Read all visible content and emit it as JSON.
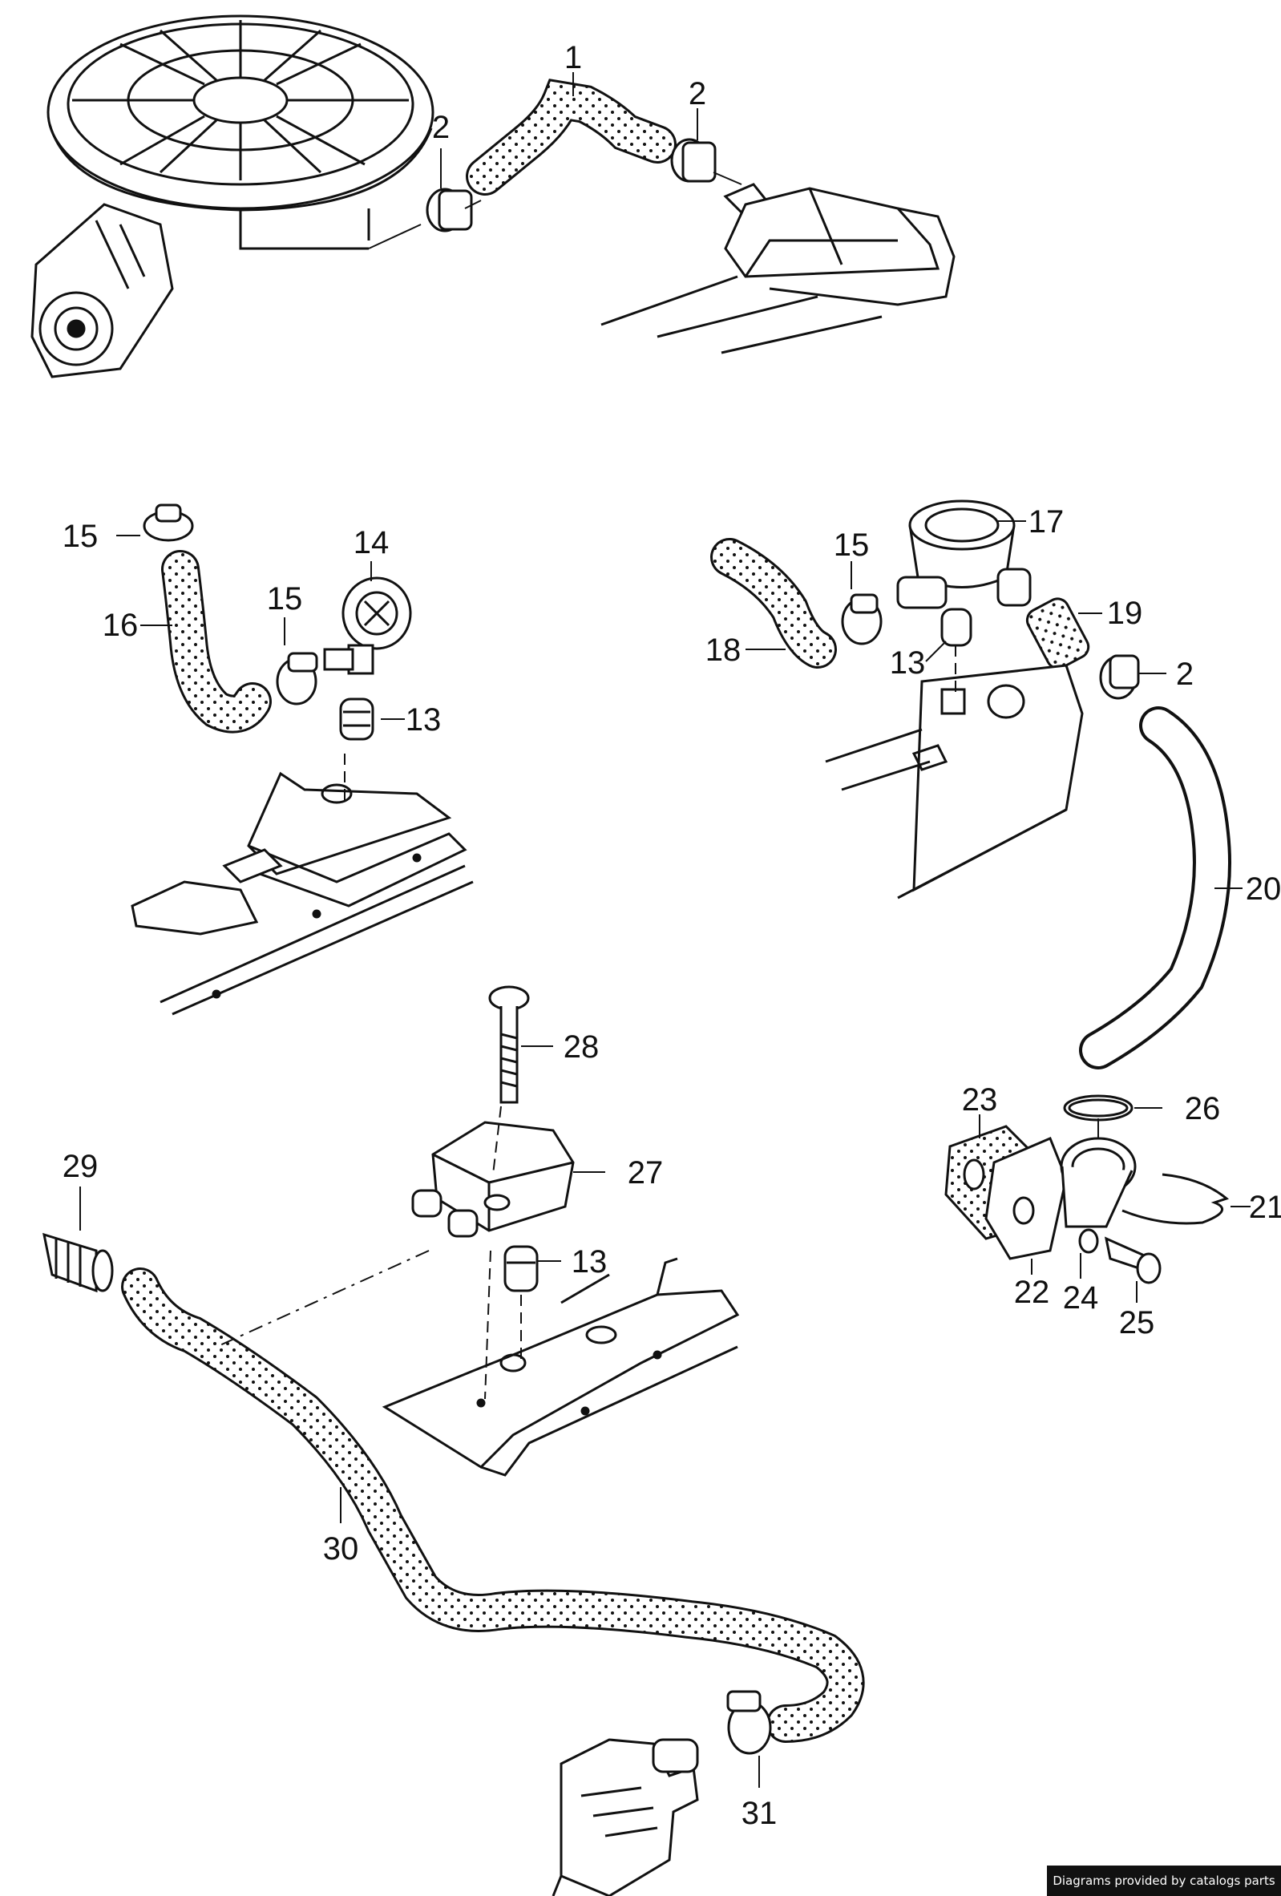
{
  "callouts": [
    {
      "label": "1"
    },
    {
      "label": "2"
    },
    {
      "label": "2"
    },
    {
      "label": "15"
    },
    {
      "label": "14"
    },
    {
      "label": "16"
    },
    {
      "label": "15"
    },
    {
      "label": "13"
    },
    {
      "label": "17"
    },
    {
      "label": "15"
    },
    {
      "label": "18"
    },
    {
      "label": "13"
    },
    {
      "label": "19"
    },
    {
      "label": "2"
    },
    {
      "label": "20"
    },
    {
      "label": "28"
    },
    {
      "label": "27"
    },
    {
      "label": "29"
    },
    {
      "label": "13"
    },
    {
      "label": "23"
    },
    {
      "label": "26"
    },
    {
      "label": "21"
    },
    {
      "label": "22"
    },
    {
      "label": "24"
    },
    {
      "label": "25"
    },
    {
      "label": "30"
    },
    {
      "label": "31"
    }
  ],
  "footer": {
    "credit": "Diagrams provided by catalogs parts"
  },
  "colors": {
    "line": "#111111",
    "paper": "#ffffff",
    "footer_bg": "#111111",
    "footer_text": "#ffffff"
  }
}
